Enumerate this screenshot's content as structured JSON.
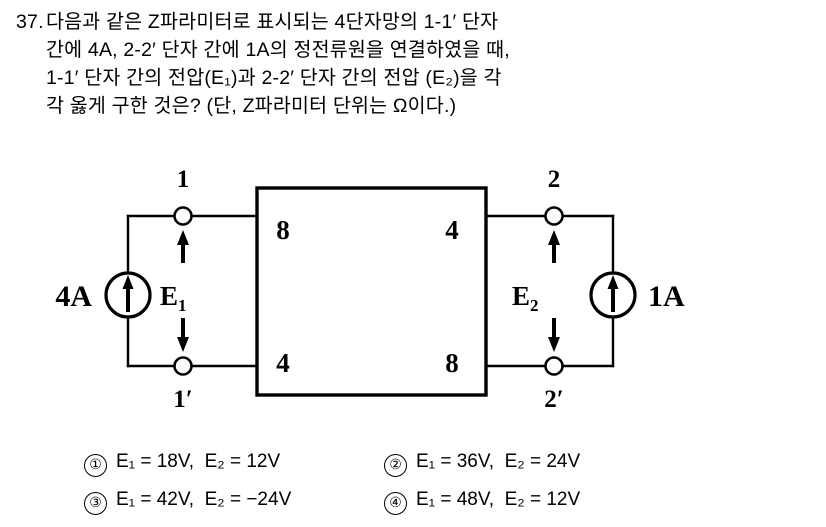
{
  "question": {
    "number": "37.",
    "lines": [
      "다음과 같은 Z파라미터로 표시되는 4단자망의 1-1′ 단자",
      "간에 4A, 2-2′ 단자 간에 1A의 정전류원을 연결하였을 때,",
      "1-1′ 단자 간의 전압(E₁)과 2-2′ 단자 간의 전압 (E₂)을 각",
      "각 옳게 구한 것은? (단, Z파라미터 단위는 Ω이다.)"
    ]
  },
  "diagram": {
    "z_matrix": {
      "z11": "8",
      "z12": "4",
      "z21": "4",
      "z22": "8"
    },
    "terminals": {
      "top_left": "1",
      "bottom_left": "1′",
      "top_right": "2",
      "bottom_right": "2′"
    },
    "sources": {
      "left_label": "4A",
      "right_label": "1A"
    },
    "voltages": {
      "left_symbol": "E",
      "left_sub": "1",
      "right_symbol": "E",
      "right_sub": "2"
    },
    "line_color": "#000000",
    "fill_color": "#ffffff"
  },
  "answers": [
    {
      "marker": "①",
      "text": "E₁ = 18V,  E₂ = 12V"
    },
    {
      "marker": "②",
      "text": "E₁ = 36V,  E₂ = 24V"
    },
    {
      "marker": "③",
      "text": "E₁ = 42V,  E₂ = −24V"
    },
    {
      "marker": "④",
      "text": "E₁ = 48V,  E₂ = 12V"
    }
  ]
}
